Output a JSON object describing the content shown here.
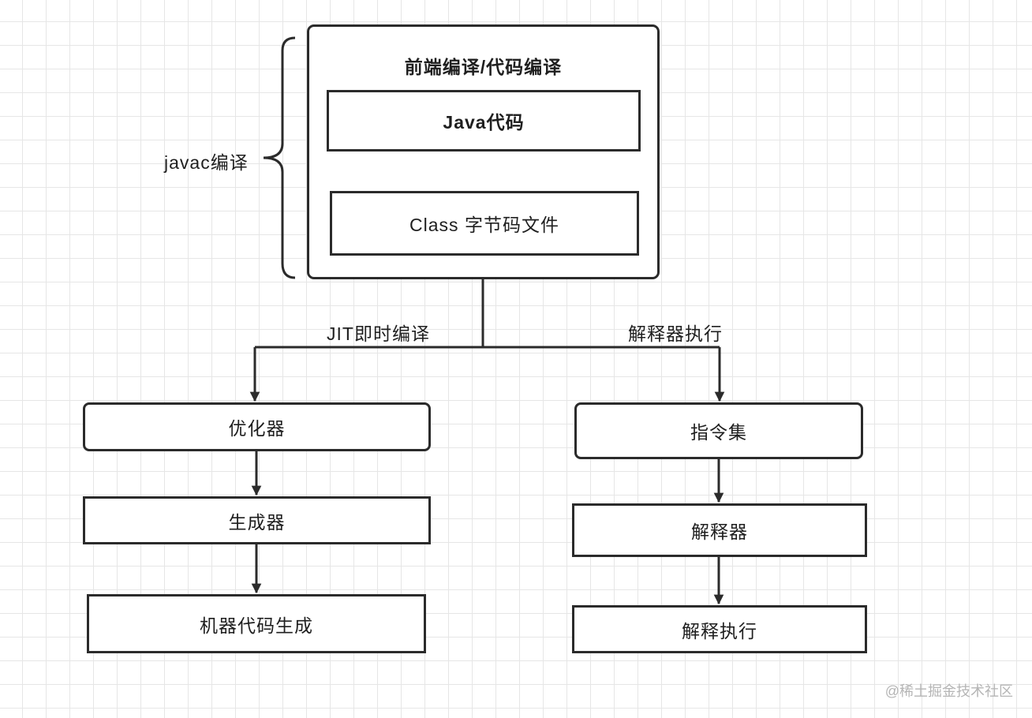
{
  "diagram": {
    "frontend_title": "前端编译/代码编译",
    "java_code": "Java代码",
    "class_file": "Class 字节码文件",
    "javac_label": "javac编译",
    "jit_label": "JIT即时编译",
    "interpreter_label": "解释器执行",
    "optimizer": "优化器",
    "generator": "生成器",
    "machine_code": "机器代码生成",
    "instruction_set": "指令集",
    "interpreter": "解释器",
    "execute": "解释执行"
  },
  "watermark": "@稀土掘金技术社区"
}
